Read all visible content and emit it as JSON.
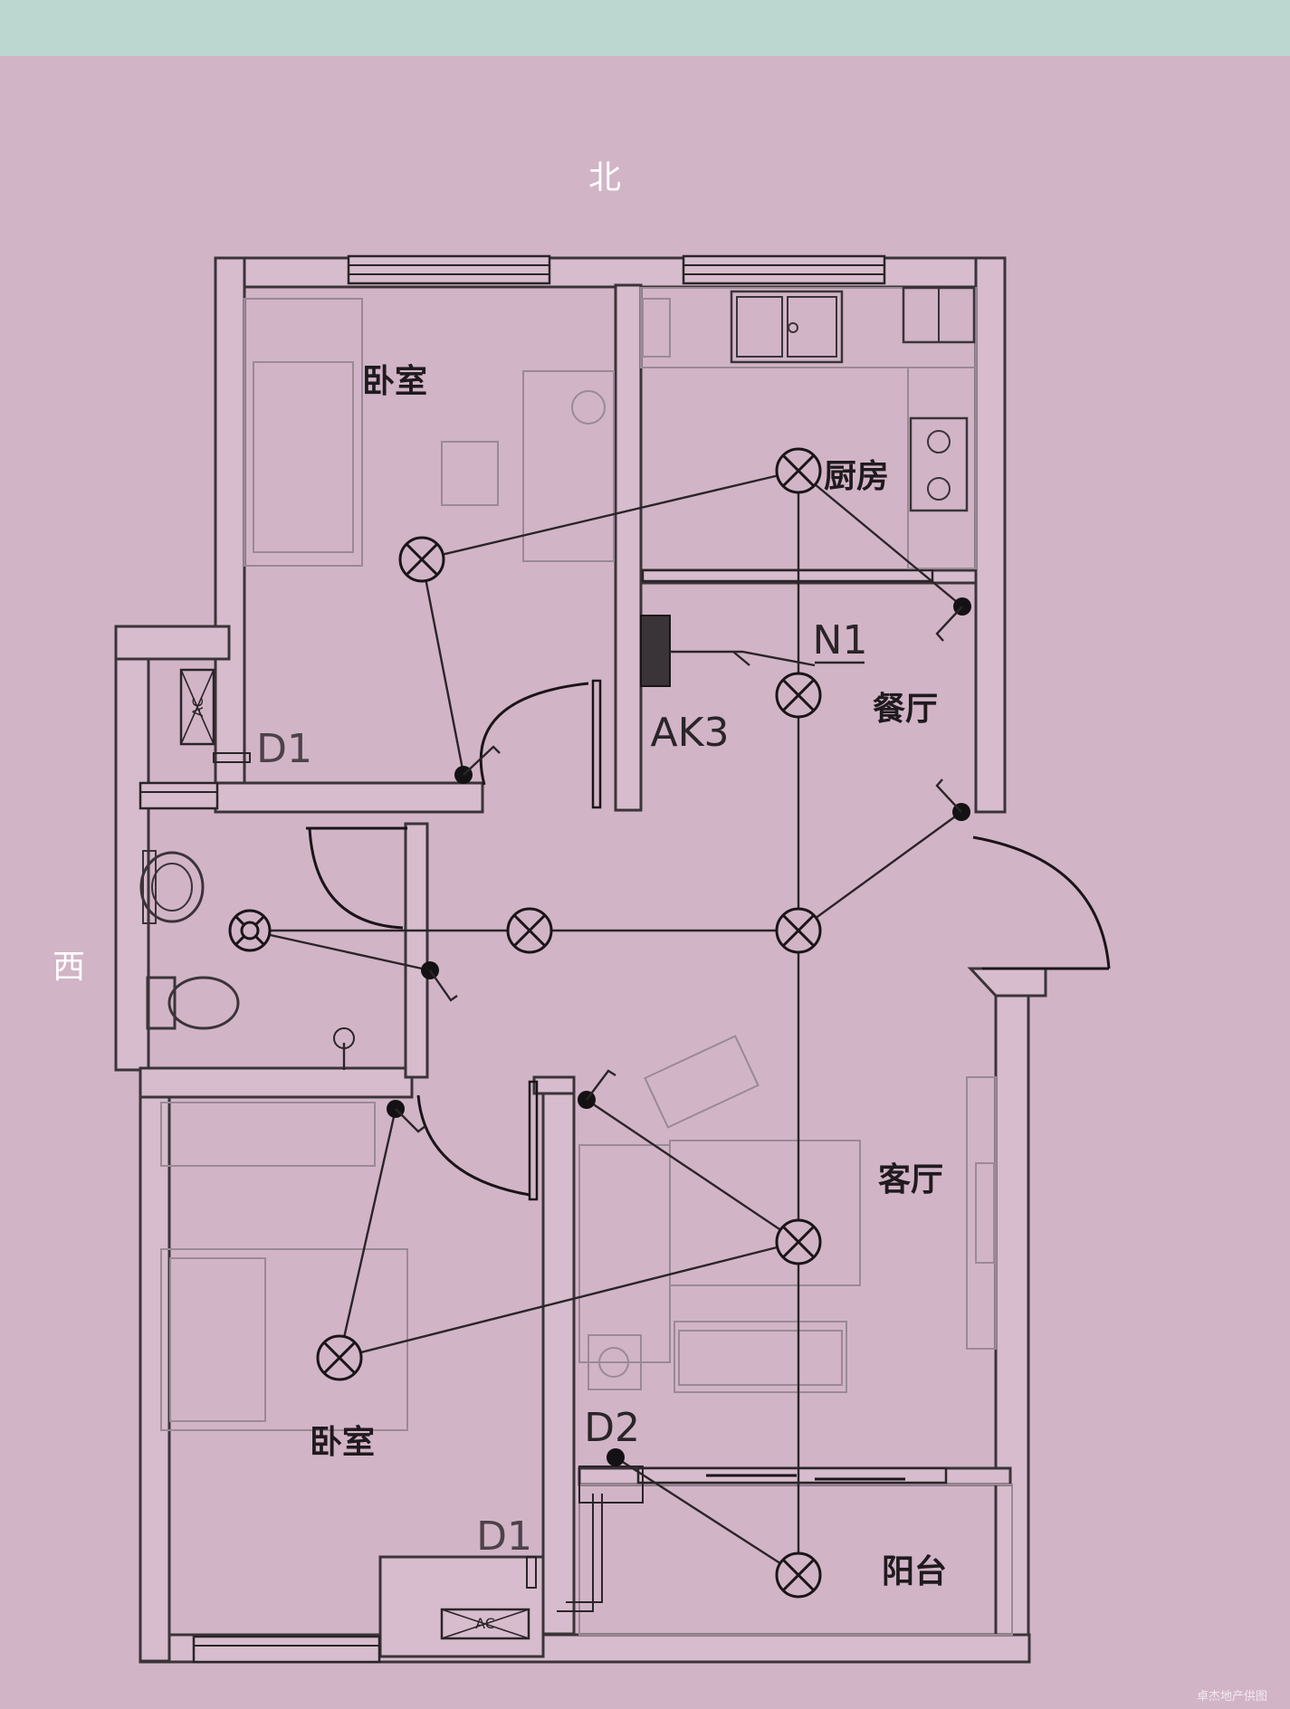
{
  "compass": {
    "north": "北",
    "west": "西"
  },
  "rooms": {
    "bedroom_top": "卧室",
    "kitchen": "厨房",
    "dining": "餐厅",
    "living": "客厅",
    "bedroom_bottom": "卧室",
    "balcony": "阳台"
  },
  "labels": {
    "n1": "N1",
    "ak3": "AK3",
    "d1_top": "D1",
    "d1_bottom": "D1",
    "d2": "D2",
    "ac_top": "AC",
    "ac_bottom": "AC"
  },
  "watermark": "卓杰地产供图",
  "colors": {
    "paper": "#d2b4c7",
    "top_band": "#bcd6d0",
    "ink": "#1a1518"
  }
}
